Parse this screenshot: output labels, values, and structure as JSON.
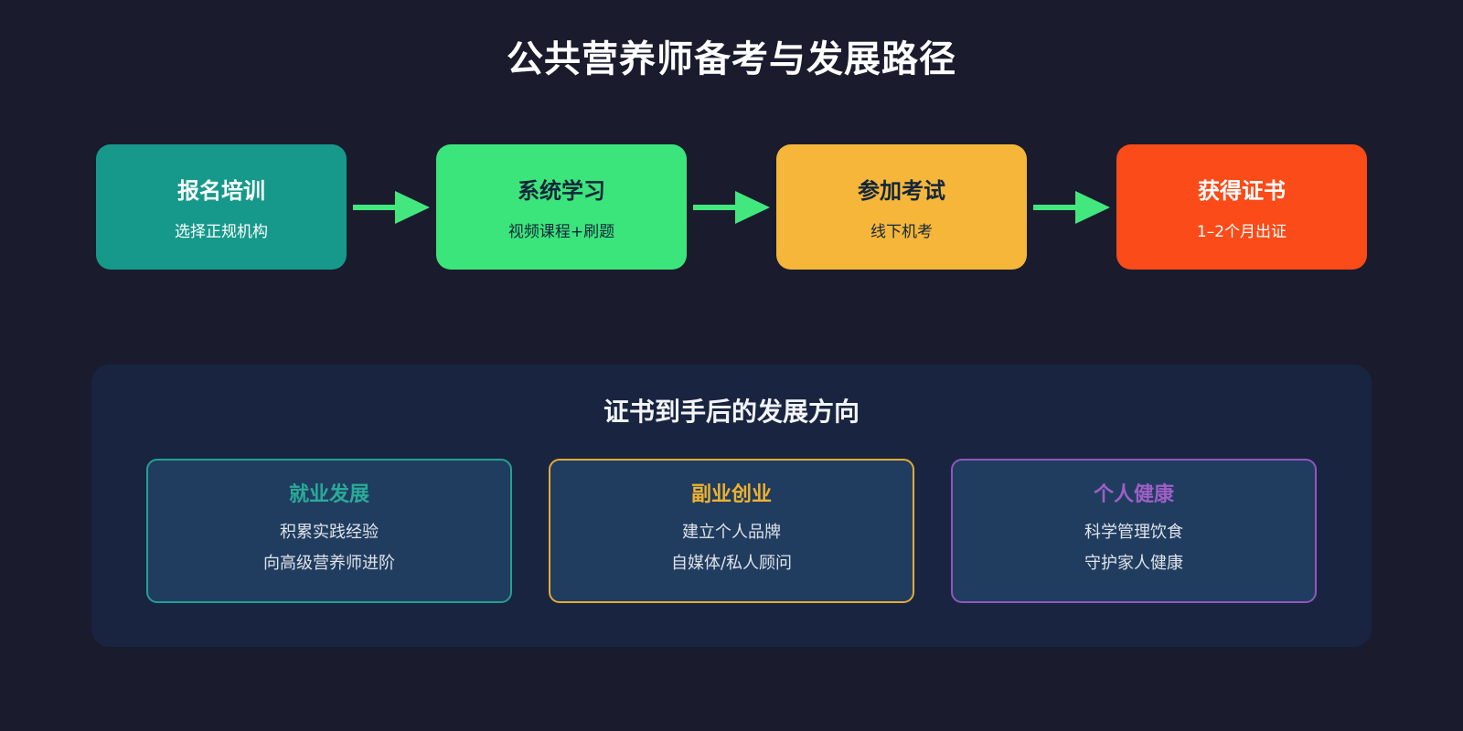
{
  "title": "公共营养师备考与发展路径",
  "colors": {
    "page_bg": "#1a1c2e",
    "panel_bg": "#192440",
    "card_bg": "#203d60",
    "arrow_green": "#42e87e",
    "step_enroll_bg": "#16998b",
    "step_study_bg": "#3be57b",
    "step_exam_bg": "#f5b63a",
    "step_cert_bg": "#fa4b18",
    "career_accent": "#29ab99",
    "side_business_accent": "#efb12e",
    "personal_health_accent": "#9d5fc6"
  },
  "flow": {
    "steps": [
      {
        "title": "报名培训",
        "subtitle": "选择正规机构"
      },
      {
        "title": "系统学习",
        "subtitle": "视频课程+刷题"
      },
      {
        "title": "参加考试",
        "subtitle": "线下机考"
      },
      {
        "title": "获得证书",
        "subtitle": "1–2个月出证"
      }
    ]
  },
  "panel": {
    "title": "证书到手后的发展方向",
    "cards": [
      {
        "title": "就业发展",
        "line1": "积累实践经验",
        "line2": "向高级营养师进阶"
      },
      {
        "title": "副业创业",
        "line1": "建立个人品牌",
        "line2": "自媒体/私人顾问"
      },
      {
        "title": "个人健康",
        "line1": "科学管理饮食",
        "line2": "守护家人健康"
      }
    ]
  }
}
